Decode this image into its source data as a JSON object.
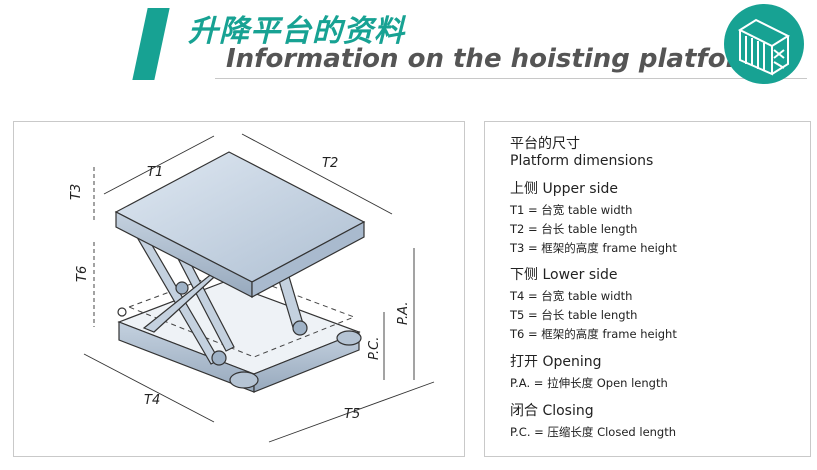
{
  "header": {
    "title_cn": "升降平台的资料",
    "title_en": "Information on the hoisting platform",
    "accent_color": "#17a293",
    "logo": "scissor-lift-logo-icon"
  },
  "diagram": {
    "labels": {
      "t1": "T1",
      "t2": "T2",
      "t3": "T3",
      "t4": "T4",
      "t5": "T5",
      "t6": "T6",
      "pa": "P.A.",
      "pc": "P.C."
    }
  },
  "info": {
    "heading_cn": "平台的尺寸",
    "heading_en": "Platform dimensions",
    "upper_title": "上侧 Upper side",
    "t1": "T1 = 台宽 table width",
    "t2": "T2 = 台长 table length",
    "t3": "T3 = 框架的高度 frame height",
    "lower_title": "下侧 Lower side",
    "t4": "T4 = 台宽 table width",
    "t5": "T5 = 台长 table length",
    "t6": "T6 = 框架的高度 frame height",
    "opening_title": "打开 Opening",
    "pa": "P.A. = 拉伸长度 Open length",
    "closing_title": "闭合 Closing",
    "pc": "P.C. = 压缩长度 Closed length"
  }
}
